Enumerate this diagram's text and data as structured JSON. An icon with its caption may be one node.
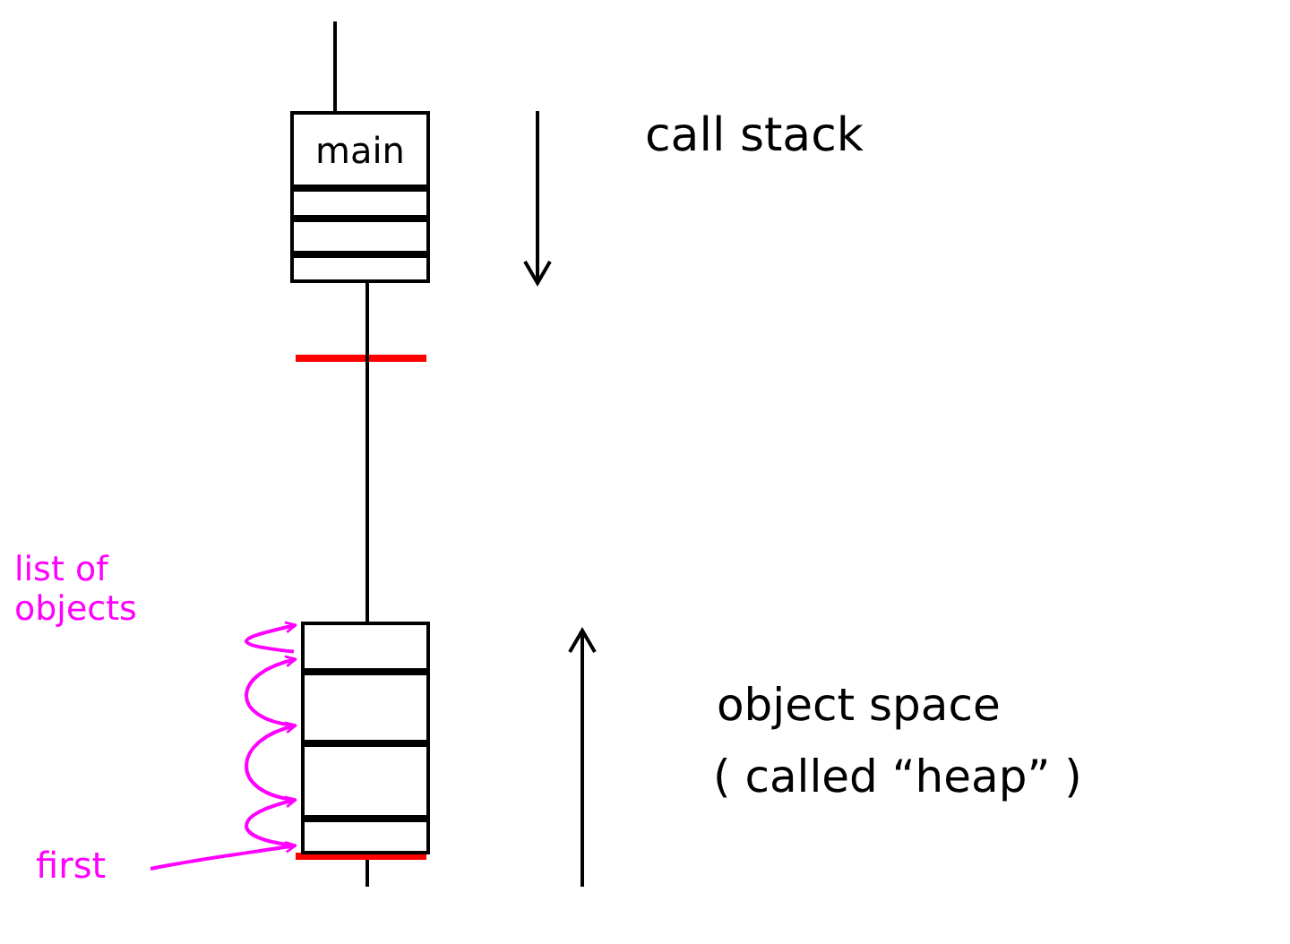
{
  "diagram": {
    "nodes": [
      {
        "text": [
          "main"
        ]
      },
      {
        "text": [],
        "shape": "box"
      },
      {
        "text": [],
        "shape": "box"
      },
      {
        "text": [],
        "shape": "box"
      },
      {
        "text": [],
        "shape": "box"
      },
      {
        "text": [],
        "shape": "box"
      },
      {
        "text": [],
        "shape": "box"
      },
      {
        "text": [],
        "shape": "box"
      },
      {
        "text": [
          "first"
        ]
      }
    ],
    "edges": [
      {
        "from": 3,
        "to": 4,
        "arrow": "none",
        "color": "#000000"
      },
      {
        "from": 8,
        "to": 7,
        "arrow": "to",
        "color": "#ff00ff"
      },
      {
        "from": 7,
        "to": 6,
        "arrow": "to",
        "color": "#ff00ff"
      },
      {
        "from": 6,
        "to": 5,
        "arrow": "to",
        "color": "#ff00ff"
      },
      {
        "from": 5,
        "to": 4,
        "arrow": "to",
        "color": "#ff00ff"
      },
      {
        "from": null,
        "to": 4,
        "arrow": "to",
        "color": "#ff00ff"
      }
    ],
    "labels": [
      "call stack",
      "list of objects",
      "object space",
      "( called “heap” )"
    ]
  }
}
